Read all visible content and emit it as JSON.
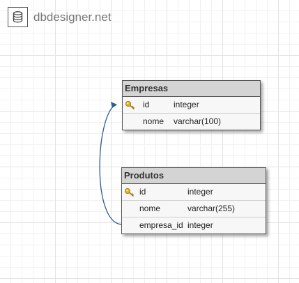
{
  "app": {
    "logo_text": "dbdesigner.net",
    "icon": "database-icon"
  },
  "colors": {
    "relation_line": "#2e5e8e",
    "header_bg": "#d4d4d4",
    "key_icon": "#e2b31d"
  },
  "tables": [
    {
      "name": "Empresas",
      "columns": [
        {
          "name": "id",
          "type": "integer",
          "primary_key": true
        },
        {
          "name": "nome",
          "type": "varchar(100)",
          "primary_key": false
        }
      ]
    },
    {
      "name": "Produtos",
      "columns": [
        {
          "name": "id",
          "type": "integer",
          "primary_key": true
        },
        {
          "name": "nome",
          "type": "varchar(255)",
          "primary_key": false
        },
        {
          "name": "empresa_id",
          "type": "integer",
          "primary_key": false
        }
      ]
    }
  ],
  "relations": [
    {
      "from": "Produtos.empresa_id",
      "to": "Empresas.id"
    }
  ]
}
